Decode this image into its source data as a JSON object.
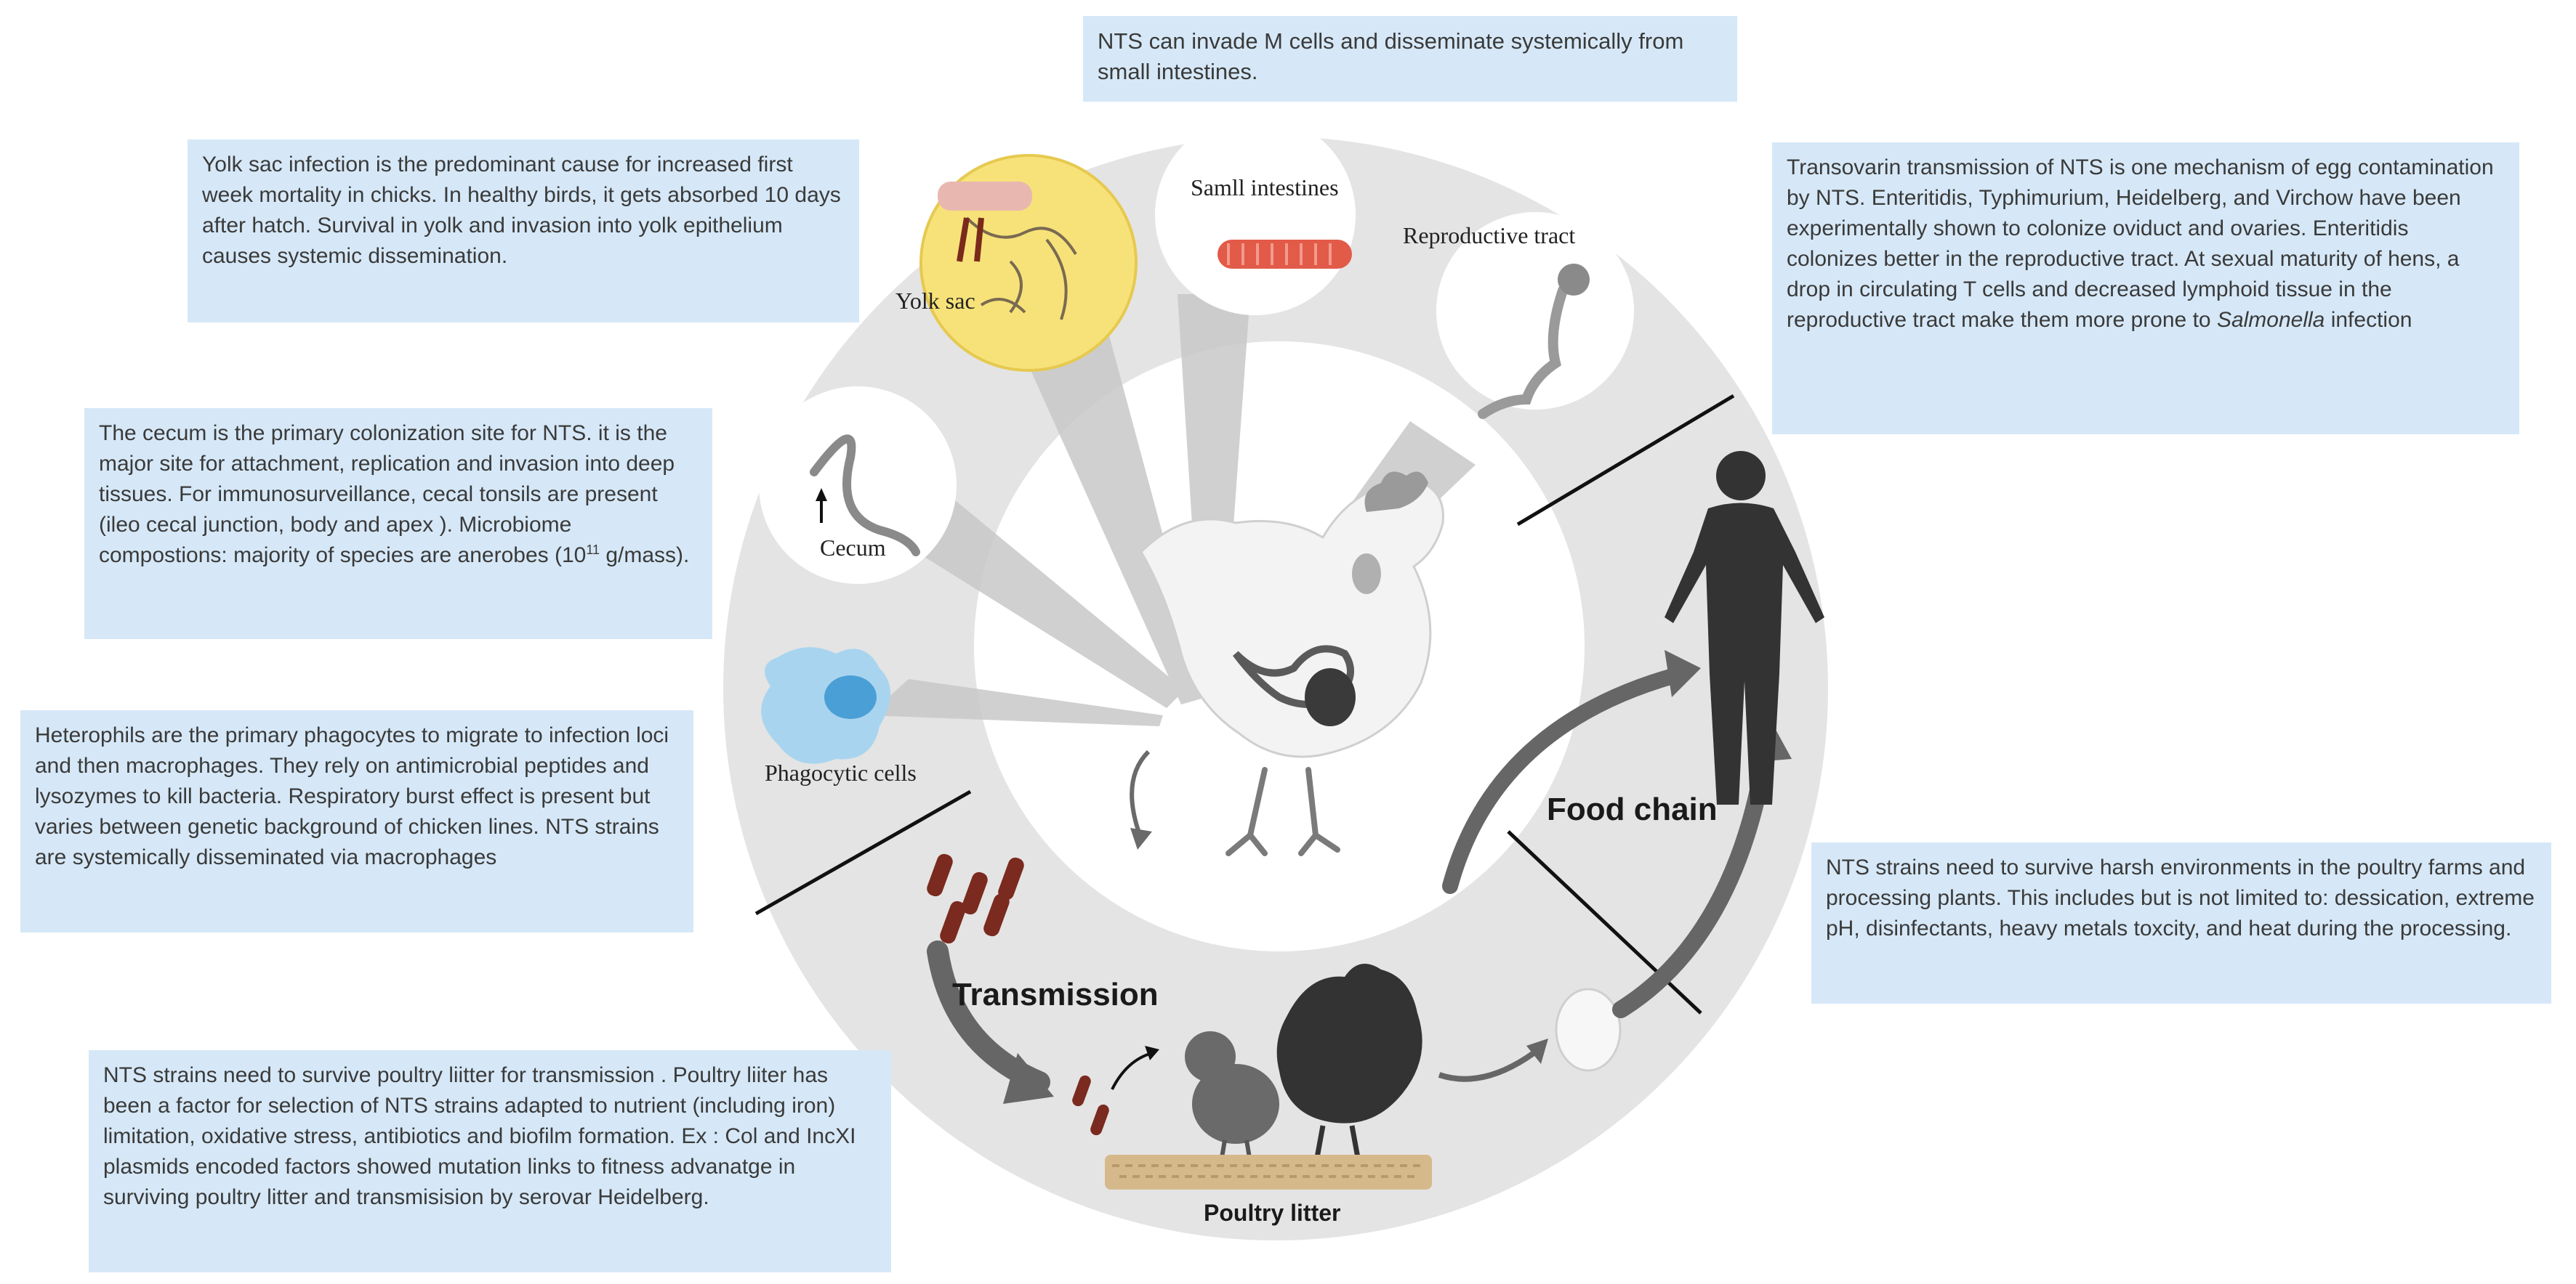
{
  "boxes": {
    "top": "NTS can invade M cells and disseminate systemically from small intestines.",
    "yolk": "Yolk sac infection is the predominant cause for increased first week mortality in chicks. In healthy birds, it gets absorbed 10 days after hatch. Survival in yolk and invasion into yolk epithelium  causes systemic dissemination.",
    "cecum_pre": "The cecum  is the primary colonization site for NTS. it is the major  site for attachment, replication and invasion into deep tissues.  For immunosurveillance, cecal tonsils are present (ileo cecal junction, body and apex ).  Microbiome compostions:  majority of species are anerobes (10",
    "cecum_sup": "11",
    "cecum_post": " g/mass).",
    "heterophils": "Heterophils  are  the primary phagocytes to migrate to infection loci and then macrophages. They rely on antimicrobial peptides and lysozymes to kill bacteria. Respiratory burst  effect is present but varies between genetic background  of chicken lines. NTS strains are systemically disseminated via macrophages",
    "litter": "NTS strains need to survive poultry liitter for transmission . Poultry liiter has been  a factor  for  selection of NTS strains adapted to nutrient (including iron) limitation, oxidative stress, antibiotics and biofilm formation. Ex : Col and IncXI plasmids encoded factors showed mutation links to  fitness advanatge in surviving   poultry litter and transmisision by serovar Heidelberg.",
    "transovarian_pre": "Transovarin transmission of NTS is  one  mechanism of egg contamination by NTS.  Enteritidis, Typhimurium, Heidelberg, and Virchow have been experimentally  shown to colonize oviduct and ovaries. Enteritidis colonizes better in the reproductive tract. At sexual maturity of hens,  a drop in circulating T cells and decreased lymphoid tissue in the reproductive tract  make them more prone to ",
    "transovarian_ital": "Salmonella",
    "transovarian_post": " infection",
    "environment": "NTS  strains need to survive  harsh environments  in the poultry farms and processing plants.  This includes but is not limited to: dessication, extreme pH,  disinfectants,  heavy metals toxcity, and heat during the processing."
  },
  "labels": {
    "small_intestines": "Samll intestines",
    "reproductive_tract": "Reproductive tract",
    "yolk_sac": "Yolk sac",
    "cecum": "Cecum",
    "phagocytic_cells": "Phagocytic cells",
    "transmission": "Transmission",
    "food_chain": "Food chain",
    "poultry_litter": "Poultry litter"
  },
  "colors": {
    "ring": "#e3e3e3",
    "box": "#d6e8f7",
    "yolk": "#f8e27a",
    "intestine": "#e45a4a",
    "silhouette": "#3a3a3a"
  }
}
